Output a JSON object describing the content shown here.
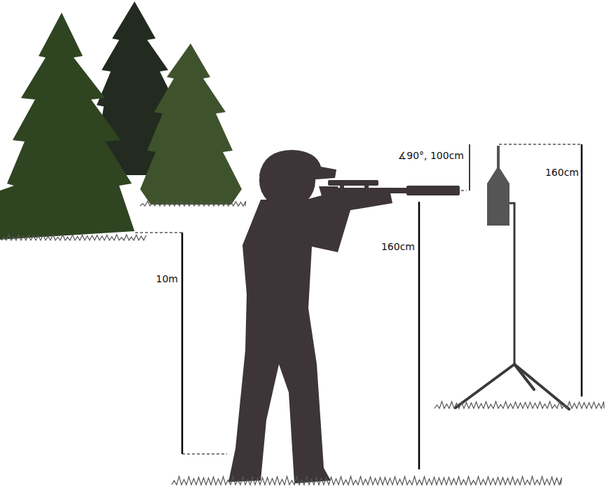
{
  "diagram": {
    "labels": [
      "∡90°, 100cm",
      "160cm",
      "10m",
      "160cm"
    ]
  }
}
